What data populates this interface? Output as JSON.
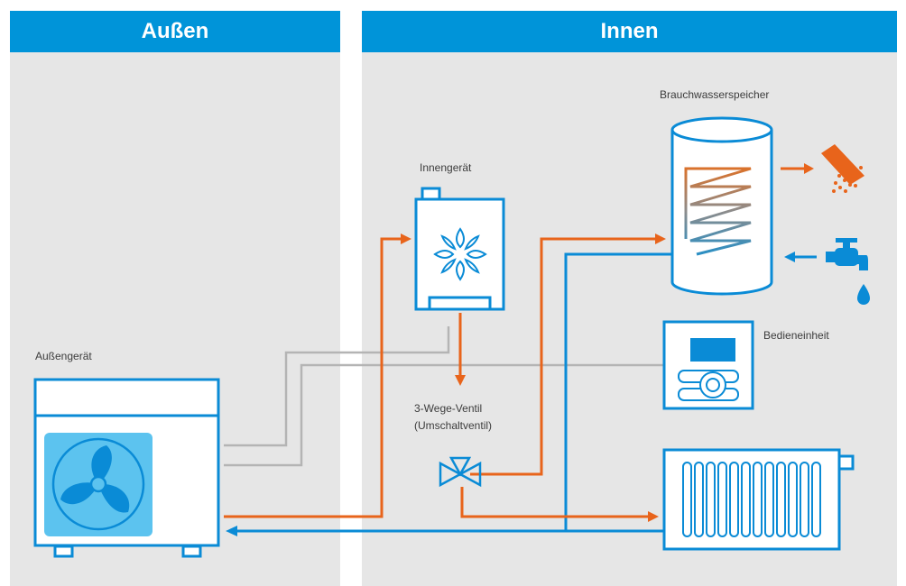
{
  "headers": {
    "outside": "Außen",
    "inside": "Innen"
  },
  "labels": {
    "outdoor_unit": "Außengerät",
    "indoor_unit": "Innengerät",
    "valve_line1": "3-Wege-Ventil",
    "valve_line2": "(Umschaltventil)",
    "water_tank": "Brauchwasserspeicher",
    "control_unit": "Bedieneinheit"
  },
  "colors": {
    "header_blue": "#0094d9",
    "flow_orange": "#e8641b",
    "return_blue": "#0a8bd6",
    "signal_grey": "#b4b4b4",
    "panel_grey": "#e6e6e6",
    "fan_light_blue": "#5cc3ef"
  },
  "icons": [
    "fan-icon",
    "snowflake-flower-icon",
    "three-way-valve-icon",
    "shower-icon",
    "tap-icon",
    "water-drop-icon",
    "radiator-icon"
  ]
}
